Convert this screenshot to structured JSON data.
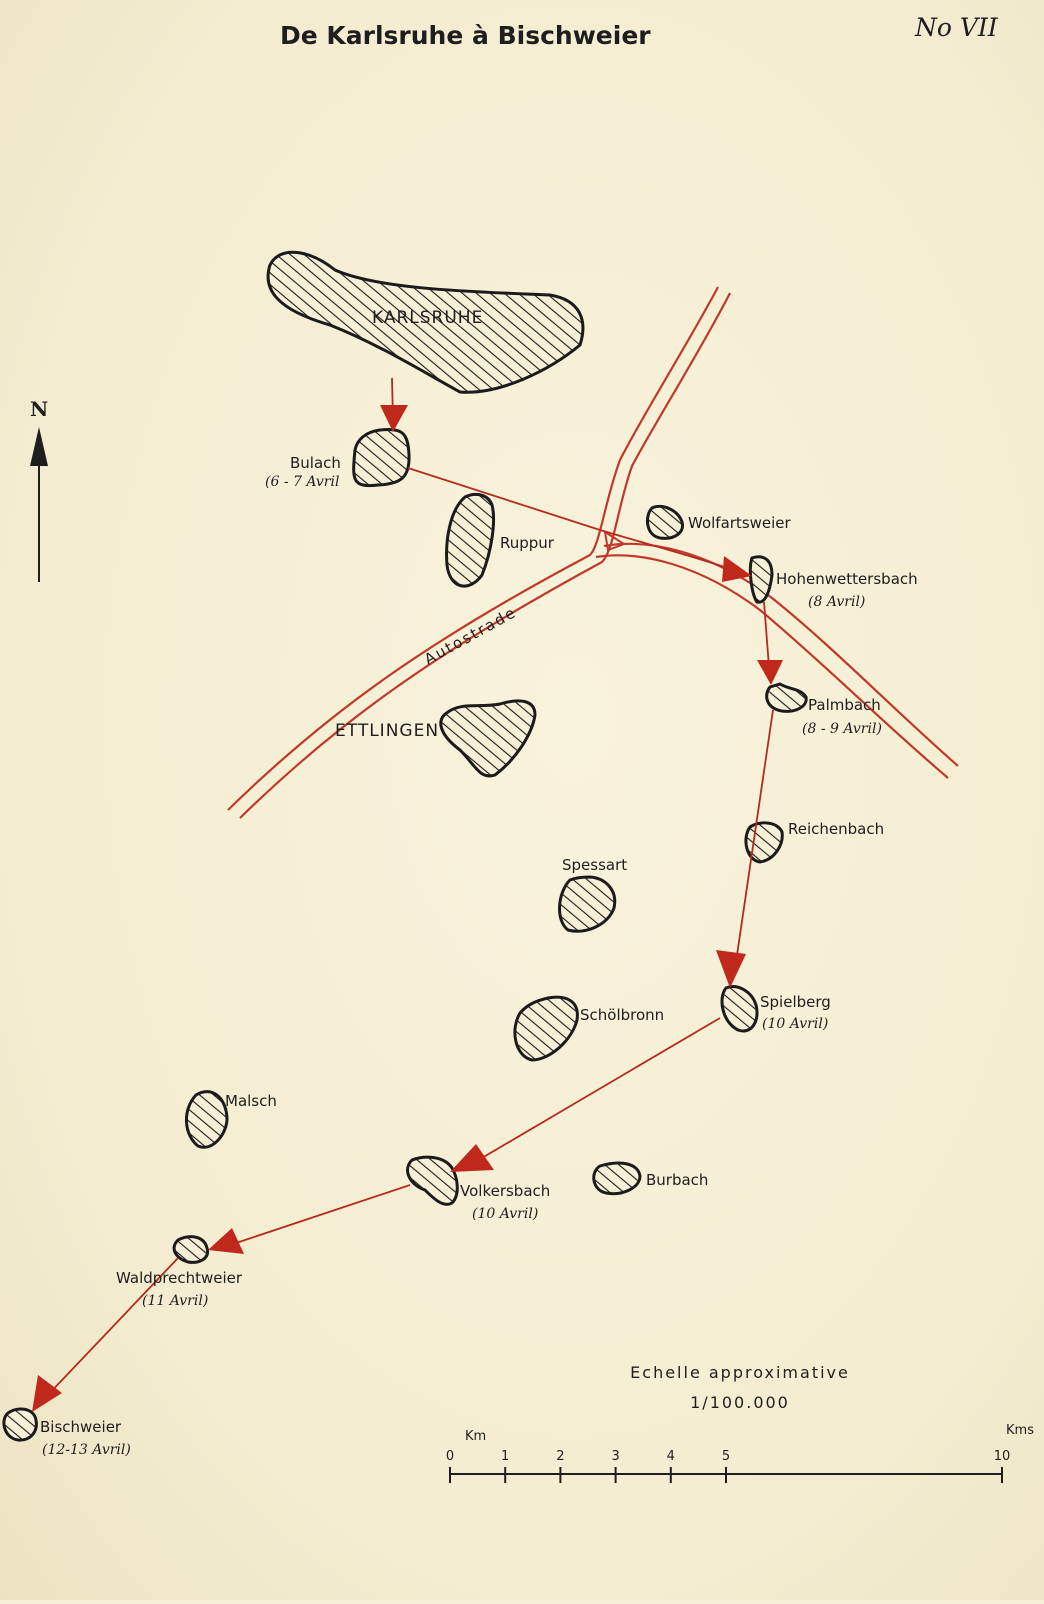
{
  "title": "De Karlsruhe à Bischweier",
  "plate_number": "No VII",
  "north_label": "N",
  "road_label": "Autostrade",
  "places": {
    "karlsruhe": {
      "name": "KARLSRUHE"
    },
    "bulach": {
      "name": "Bulach",
      "date": "(6 - 7 Avril"
    },
    "ruppur": {
      "name": "Ruppur"
    },
    "wolfartsweier": {
      "name": "Wolfartsweier"
    },
    "hohenwettersbach": {
      "name": "Hohenwettersbach",
      "date": "(8 Avril)"
    },
    "palmbach": {
      "name": "Palmbach",
      "date": "(8 - 9 Avril)"
    },
    "ettlingen": {
      "name": "ETTLINGEN"
    },
    "reichenbach": {
      "name": "Reichenbach"
    },
    "spessart": {
      "name": "Spessart"
    },
    "spielberg": {
      "name": "Spielberg",
      "date": "(10 Avril)"
    },
    "scholbronn": {
      "name": "Schölbronn"
    },
    "malsch": {
      "name": "Malsch"
    },
    "volkersbach": {
      "name": "Volkersbach",
      "date": "(10 Avril)"
    },
    "burbach": {
      "name": "Burbach"
    },
    "waldprechtweier": {
      "name": "Waldprechtweier",
      "date": "(11 Avril)"
    },
    "bischweier": {
      "name": "Bischweier",
      "date": "(12-13 Avril)"
    }
  },
  "scale": {
    "label": "Echelle approximative",
    "ratio": "1/100.000",
    "unit_start": "Km",
    "unit_end": "Kms",
    "ticks": [
      "0",
      "1",
      "2",
      "3",
      "4",
      "5",
      "10"
    ]
  },
  "colors": {
    "paper": "#f6f0d6",
    "ink": "#1e1e1e",
    "route_red": "#c0281c"
  }
}
